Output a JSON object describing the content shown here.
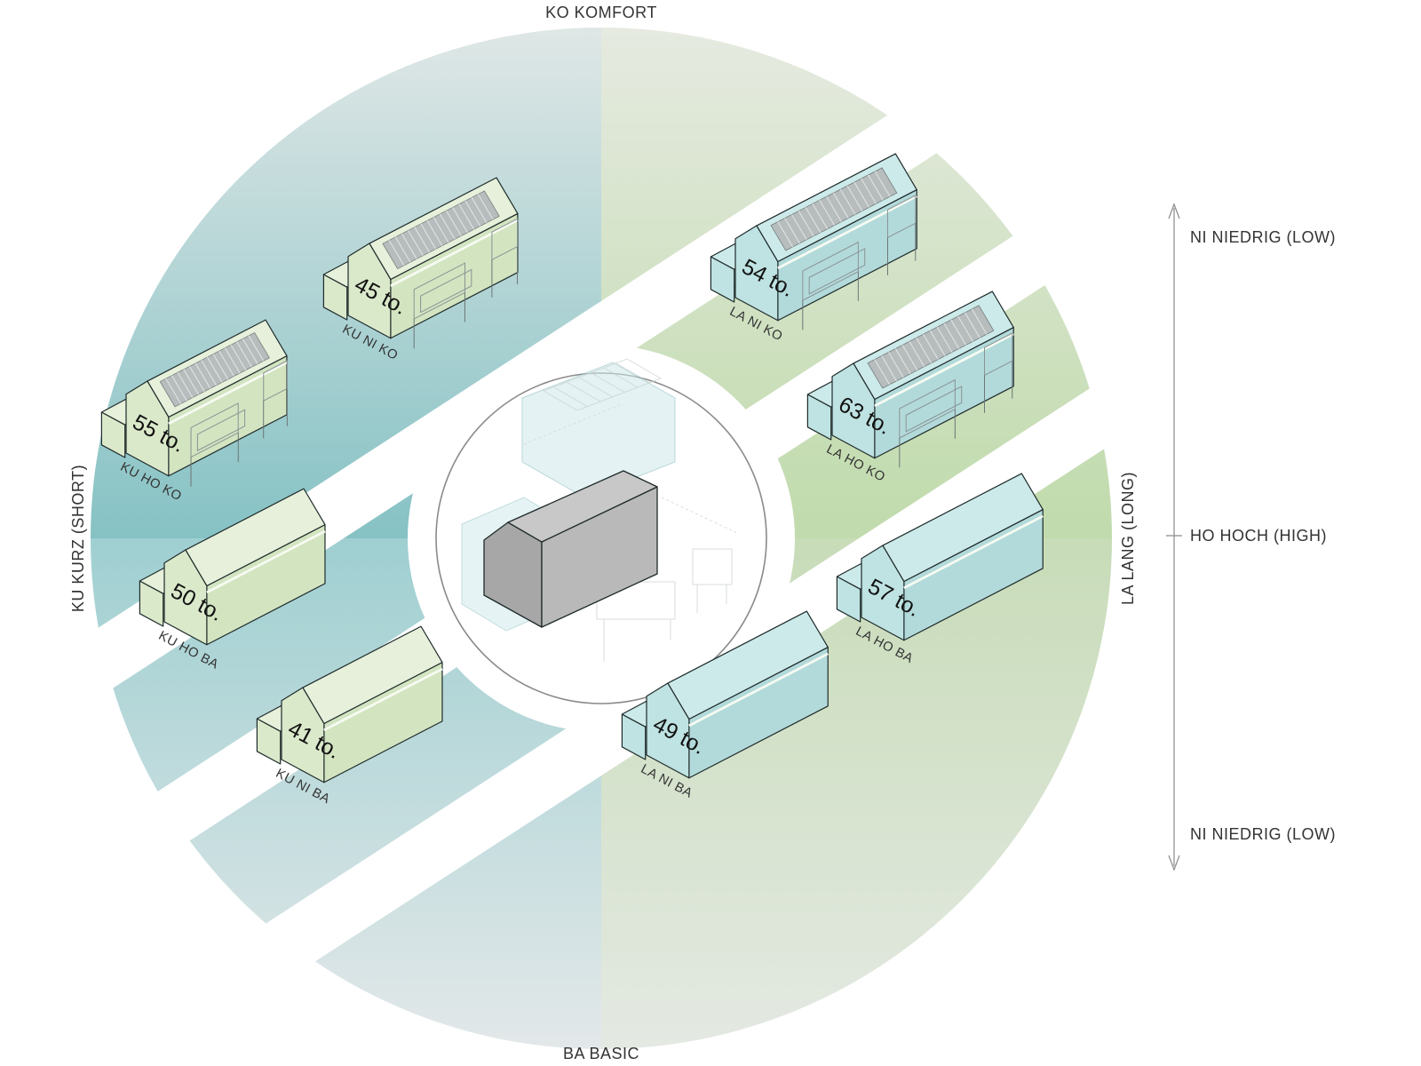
{
  "axes": {
    "top": "KO   KOMFORT",
    "bottom": "BA   BASIC",
    "left": "KU   KURZ (SHORT)",
    "right": "LA   LANG (LONG)"
  },
  "scale": {
    "top": "NI   NIEDRIG (LOW)",
    "middle": "HO   HOCH (HIGH)",
    "bottom": "NI   NIEDRIG (LOW)"
  },
  "buildings": [
    {
      "id": "ku-ni-ko",
      "code": "KU NI KO",
      "weight": "45 to.",
      "tone": "short",
      "solar": true
    },
    {
      "id": "ku-ho-ko",
      "code": "KU HO KO",
      "weight": "55 to.",
      "tone": "short",
      "solar": true
    },
    {
      "id": "ku-ho-ba",
      "code": "KU HO BA",
      "weight": "50 to.",
      "tone": "short",
      "solar": false
    },
    {
      "id": "ku-ni-ba",
      "code": "KU NI BA",
      "weight": "41 to.",
      "tone": "short",
      "solar": false
    },
    {
      "id": "la-ni-ko",
      "code": "LA NI KO",
      "weight": "54 to.",
      "tone": "long",
      "solar": true
    },
    {
      "id": "la-ho-ko",
      "code": "LA HO KO",
      "weight": "63 to.",
      "tone": "long",
      "solar": true
    },
    {
      "id": "la-ho-ba",
      "code": "LA HO BA",
      "weight": "57 to.",
      "tone": "long",
      "solar": false
    },
    {
      "id": "la-ni-ba",
      "code": "LA NI BA",
      "weight": "49 to.",
      "tone": "long",
      "solar": false
    }
  ],
  "colors": {
    "short_building": "#dbe9cb",
    "long_building": "#bfe2e2",
    "teal_zone": "#5fb0b4",
    "green_zone": "#b2d29b",
    "center_core": "#bdbdbd"
  }
}
